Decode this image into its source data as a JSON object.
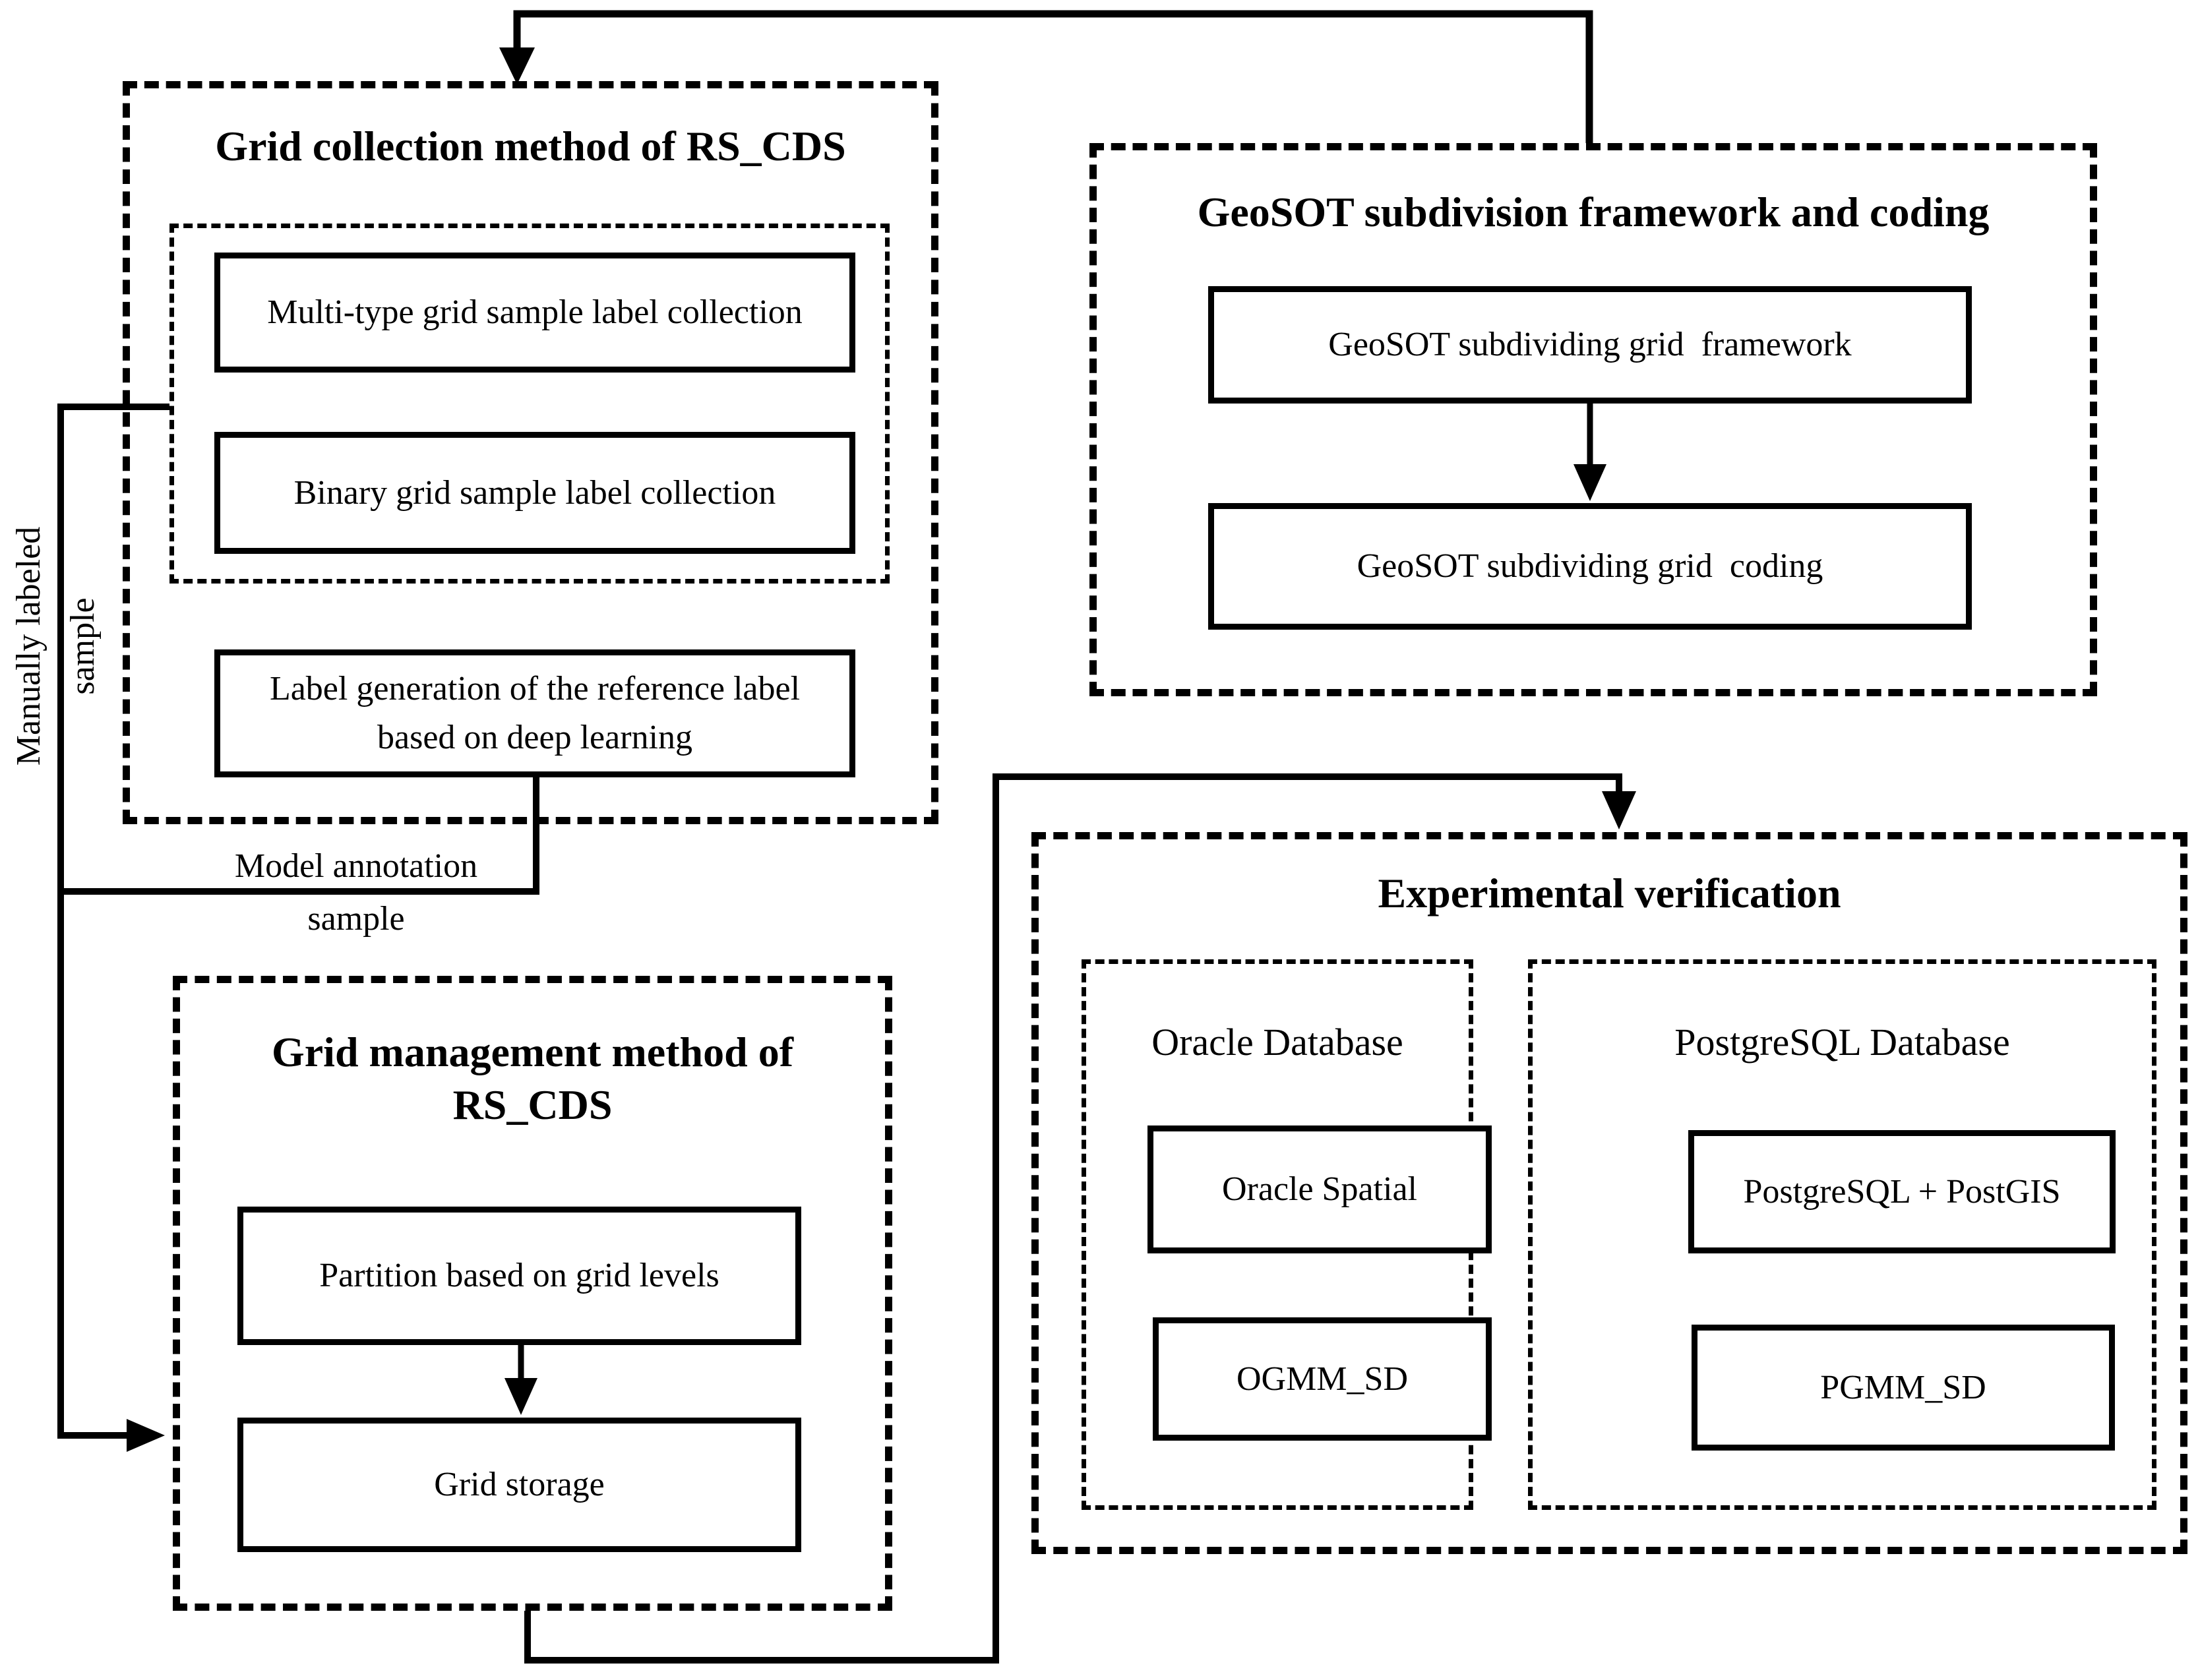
{
  "page": {
    "background": "#ffffff",
    "line_color": "#000000"
  },
  "grid_collection": {
    "title": "Grid collection method of RS_CDS",
    "multi_type_label": "Multi-type grid sample label collection",
    "binary_label": "Binary grid sample label collection",
    "label_generation_line1": "Label generation of the reference label",
    "label_generation_line2": "based on deep learning"
  },
  "geosot": {
    "title": "GeoSOT subdivision framework and coding",
    "framework_label": "GeoSOT subdividing grid  framework",
    "coding_label": "GeoSOT subdividing grid  coding"
  },
  "grid_management": {
    "title_line1": "Grid management method of",
    "title_line2": "RS_CDS",
    "partition_label": "Partition based on grid levels",
    "storage_label": "Grid storage"
  },
  "experimental": {
    "title": "Experimental verification",
    "oracle": {
      "heading": "Oracle Database",
      "spatial_label": "Oracle Spatial",
      "ogmm_label": "OGMM_SD"
    },
    "postgresql": {
      "heading": "PostgreSQL Database",
      "postgis_label": "PostgreSQL + PostGIS",
      "pgmm_label": "PGMM_SD"
    }
  },
  "annotations": {
    "manually_labeled_line1": "Manually labeled",
    "manually_labeled_line2": "sample",
    "model_annotation_line1": "Model annotation",
    "model_annotation_line2": "sample"
  }
}
